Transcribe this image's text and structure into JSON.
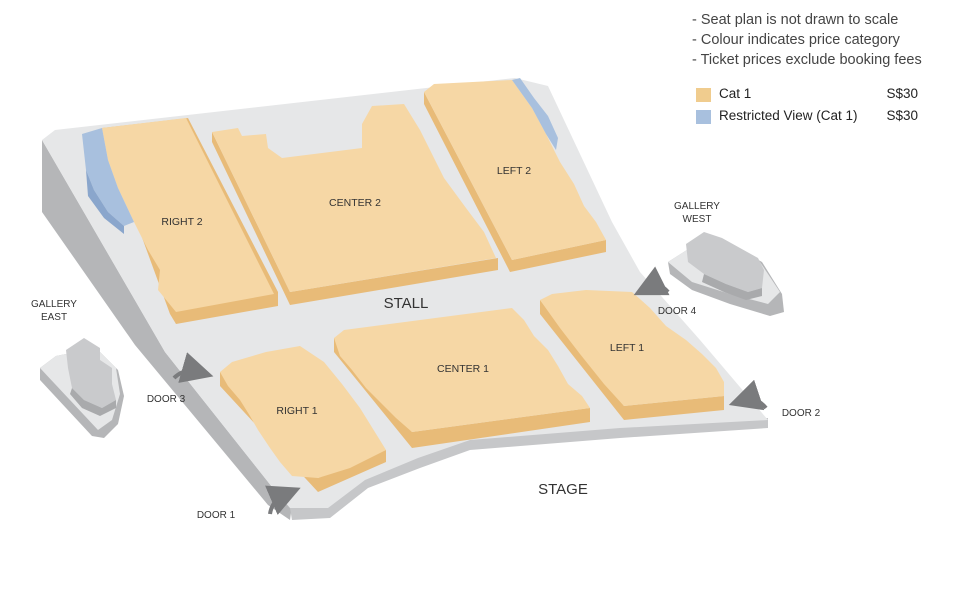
{
  "notes": [
    "- Seat plan is not drawn to scale",
    "- Colour indicates price category",
    "- Ticket prices exclude booking fees"
  ],
  "legend": [
    {
      "label": "Cat 1",
      "price": "S$30",
      "color": "#f0cc8e"
    },
    {
      "label": "Restricted View (Cat 1)",
      "price": "S$30",
      "color": "#a8c0de"
    }
  ],
  "colors": {
    "cat1_top": "#f6d7a5",
    "cat1_side": "#e8bb78",
    "restricted_top": "#a8c0de",
    "restricted_side": "#8aa6cc",
    "floor": "#e6e7e8",
    "wall": "#b5b6b8",
    "arrow": "#7a7b7d"
  },
  "sections": {
    "right2": "RIGHT 2",
    "center2": "CENTER 2",
    "left2": "LEFT 2",
    "right1": "RIGHT 1",
    "center1": "CENTER 1",
    "left1": "LEFT 1"
  },
  "areas": {
    "stall": "STALL",
    "stage": "STAGE",
    "gallery_east": [
      "GALLERY",
      "EAST"
    ],
    "gallery_west": [
      "GALLERY",
      "WEST"
    ]
  },
  "doors": {
    "door1": "DOOR 1",
    "door2": "DOOR 2",
    "door3": "DOOR 3",
    "door4": "DOOR 4"
  }
}
